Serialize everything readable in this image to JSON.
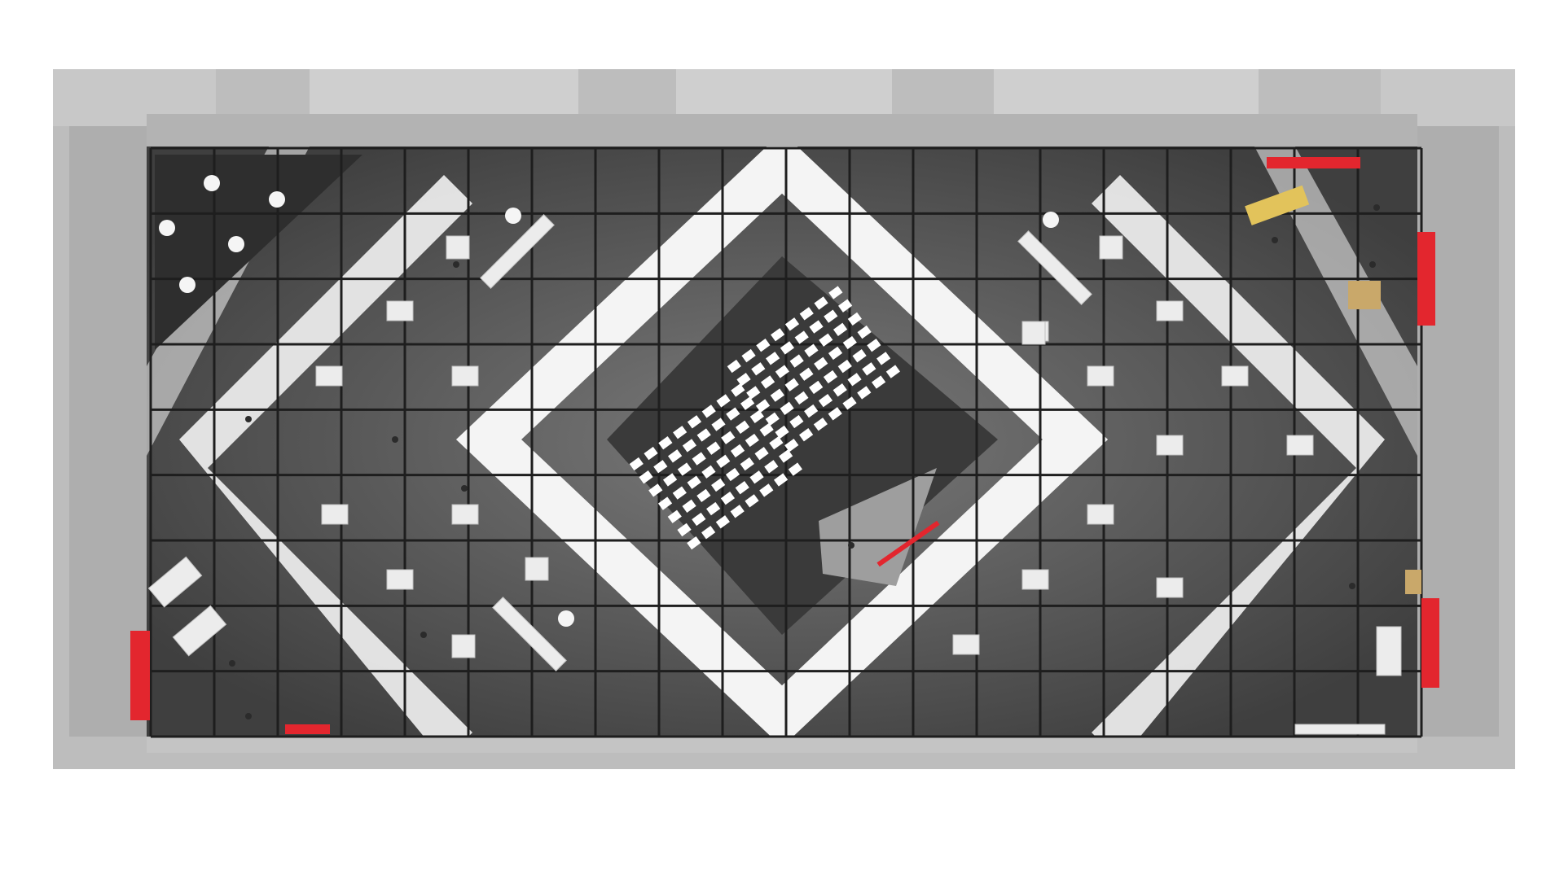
{
  "scene": {
    "kind": "exhibition-hall-top-view-render",
    "colors": {
      "background": "#ffffff",
      "wall": "#bdbdbd",
      "wall_light": "#d6d6d6",
      "floor_dark": "#4a4a4a",
      "floor_mid": "#6f6f6f",
      "stripe_light": "#f2f2f2",
      "grid_line": "#1e1e1e",
      "seating": "#ffffff",
      "furniture": "#e9e9e9",
      "accent_red": "#e3262e",
      "accent_yellow": "#e2c35b",
      "accent_wood": "#c9a86a"
    },
    "icons": {
      "hall": "floor-plan",
      "booth": "kiosk",
      "seats": "chair",
      "banner": "banner-stand",
      "table": "table"
    }
  }
}
